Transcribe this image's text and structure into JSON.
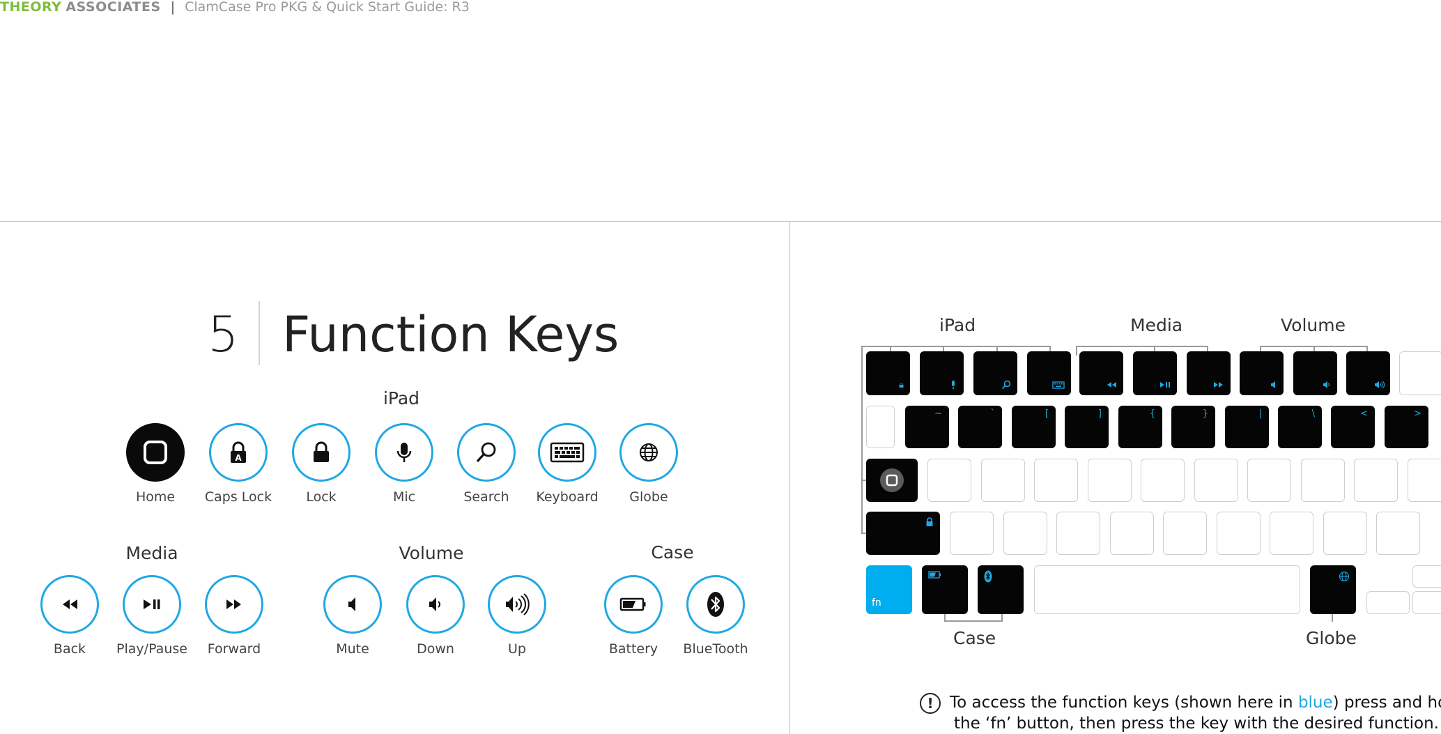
{
  "header": {
    "brand_part1": "THEORY",
    "brand_part2": "ASSOCIATES",
    "separator": "|",
    "subtitle": "ClamCase Pro PKG & Quick Start Guide: R3"
  },
  "section": {
    "number": "5",
    "title": "Function Keys"
  },
  "groups": {
    "ipad": "iPad",
    "media": "Media",
    "volume": "Volume",
    "case": "Case"
  },
  "icons": {
    "ipad": [
      {
        "label": "Home",
        "icon": "home-icon"
      },
      {
        "label": "Caps Lock",
        "icon": "caps-lock-icon"
      },
      {
        "label": "Lock",
        "icon": "lock-icon"
      },
      {
        "label": "Mic",
        "icon": "mic-icon"
      },
      {
        "label": "Search",
        "icon": "search-icon"
      },
      {
        "label": "Keyboard",
        "icon": "keyboard-icon"
      },
      {
        "label": "Globe",
        "icon": "globe-icon"
      }
    ],
    "media": [
      {
        "label": "Back",
        "icon": "rewind-icon"
      },
      {
        "label": "Play/Pause",
        "icon": "play-pause-icon"
      },
      {
        "label": "Forward",
        "icon": "fast-forward-icon"
      }
    ],
    "volume": [
      {
        "label": "Mute",
        "icon": "speaker-mute-icon"
      },
      {
        "label": "Down",
        "icon": "volume-down-icon"
      },
      {
        "label": "Up",
        "icon": "volume-up-icon"
      }
    ],
    "case": [
      {
        "label": "Battery",
        "icon": "battery-icon"
      },
      {
        "label": "BlueTooth",
        "icon": "bluetooth-icon"
      }
    ]
  },
  "keyboard": {
    "labels": {
      "ipad": "iPad",
      "media": "Media",
      "volume": "Volume",
      "case": "Case",
      "globe": "Globe"
    },
    "fn_key": "fn",
    "row2_symbols": [
      "~",
      "`",
      "[",
      "]",
      "{",
      "}",
      "|",
      "\\",
      "<",
      ">"
    ]
  },
  "note": {
    "line1_before": "To access the function keys (shown here in ",
    "line1_highlight": "blue",
    "line1_after": ") press and hold",
    "line2": "the ‘fn’ button, then press the key with the desired function.",
    "icon_glyph": "!"
  },
  "colors": {
    "accent_blue": "#1fa8e4",
    "fn_blue": "#00adef",
    "brand_green": "#7dbd3d",
    "brand_gray": "#8d8d8d"
  }
}
